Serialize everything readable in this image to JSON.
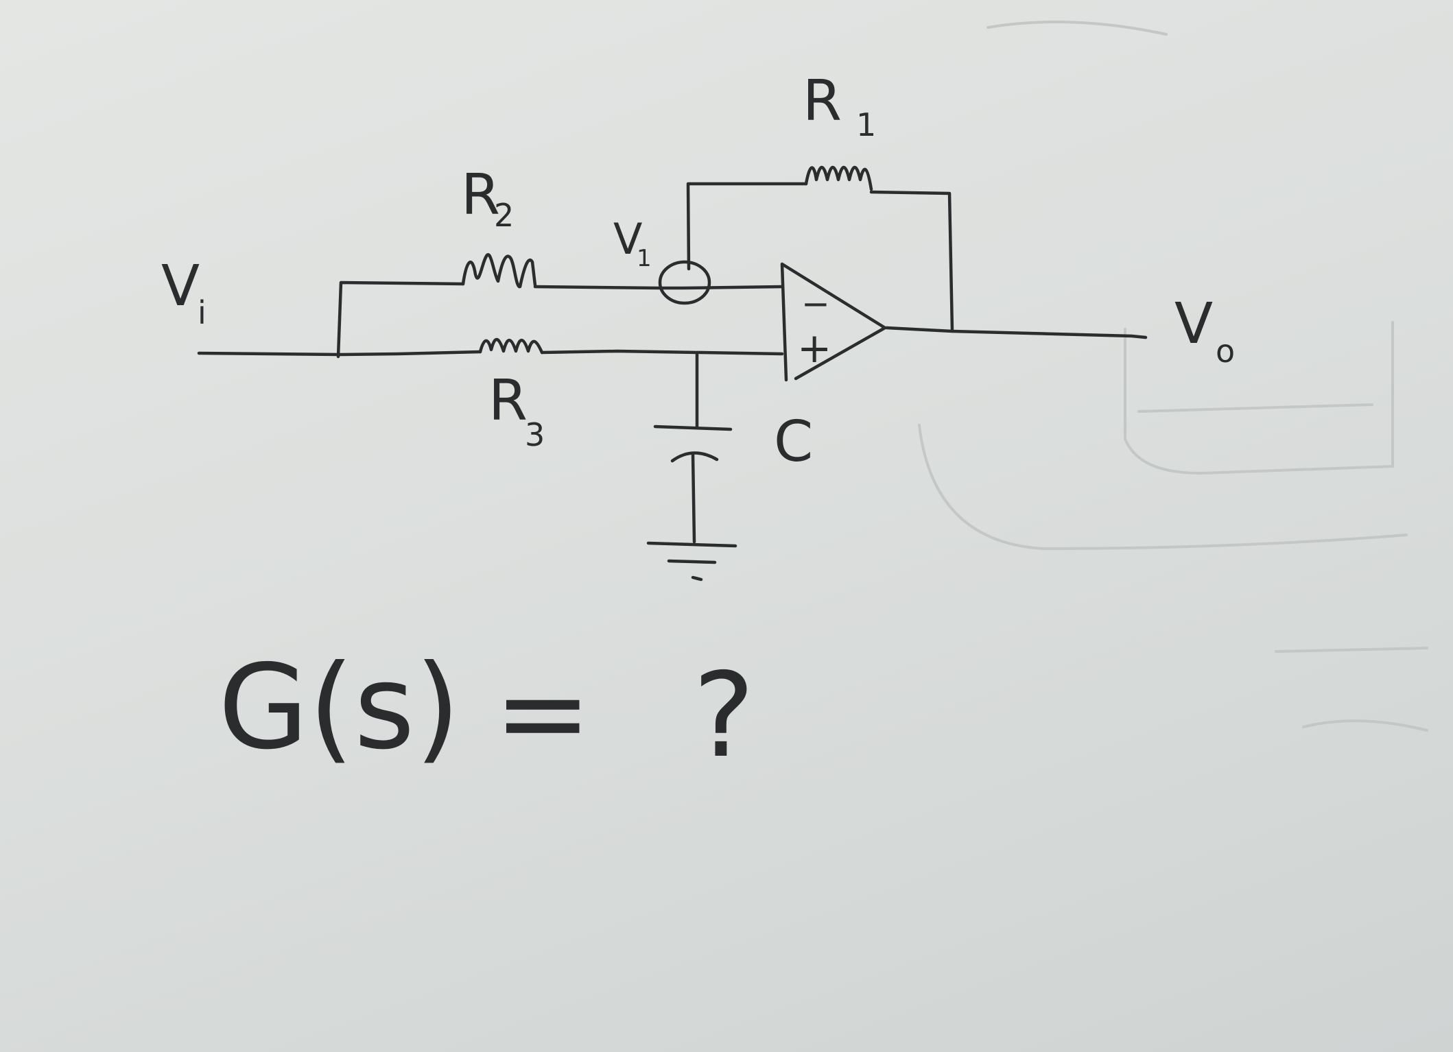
{
  "labels": {
    "R1": "R",
    "R1_sub": "1",
    "R2": "R",
    "R2_sub": "2",
    "R3": "R",
    "R3_sub": "3",
    "V_in": "V",
    "V_in_sub": "i",
    "V_node": "V",
    "V_node_sub": "1",
    "V_out": "V",
    "V_out_sub": "o",
    "C": "C",
    "opamp_minus": "−",
    "opamp_plus": "+"
  },
  "equation": {
    "lhs": "G(s)",
    "equals": "=",
    "rhs": "?"
  }
}
